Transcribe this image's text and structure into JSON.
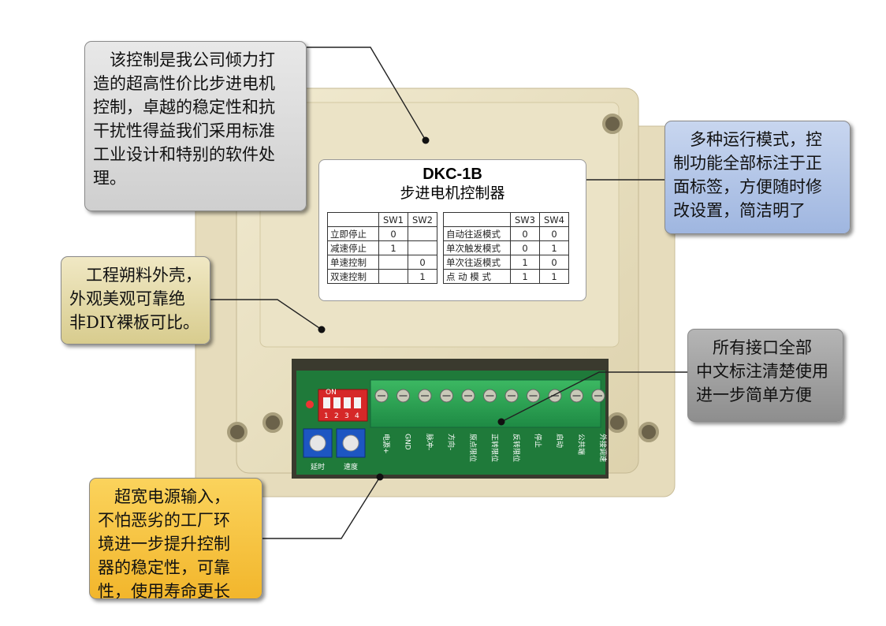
{
  "callouts": {
    "c1": "　该控制是我公司倾力打\n造的超高性价比步进电机\n控制，卓越的稳定性和抗\n干扰性得益我们采用标准\n工业设计和特别的软件处\n理。",
    "c2": "　多种运行模式，控\n制功能全部标注于正\n面标签，方便随时修\n改设置，简洁明了",
    "c3": "　工程朔料外壳，\n外观美观可靠绝\n非DIY裸板可比。",
    "c4": "　所有接口全部\n中文标注清楚使用\n进一步简单方便",
    "c5": "　超宽电源输入，\n不怕恶劣的工厂环\n境进一步提升控制\n器的稳定性，可靠\n性，使用寿命更长"
  },
  "label": {
    "model": "DKC-1B",
    "name": "步进电机控制器",
    "left_header": [
      "",
      "SW1",
      "SW2"
    ],
    "left_rows": [
      [
        "立即停止",
        "0",
        ""
      ],
      [
        "减速停止",
        "1",
        ""
      ],
      [
        "单速控制",
        "",
        "0"
      ],
      [
        "双速控制",
        "",
        "1"
      ]
    ],
    "right_header": [
      "",
      "SW3",
      "SW4"
    ],
    "right_rows": [
      [
        "自动往返模式",
        "0",
        "0"
      ],
      [
        "单次触发模式",
        "0",
        "1"
      ],
      [
        "单次往返模式",
        "1",
        "0"
      ],
      [
        "点 动 模 式",
        "1",
        "1"
      ]
    ]
  },
  "board": {
    "dip_on": "ON",
    "dip_numbers": [
      "1",
      "2",
      "3",
      "4"
    ],
    "pot_labels": [
      "延时",
      "速度"
    ],
    "terminal_labels": [
      "电源+",
      "GND",
      "脉冲-",
      "方向-",
      "原点限位",
      "正转限位",
      "反转限位",
      "停止",
      "启动",
      "公共端",
      "外接调速"
    ]
  },
  "colors": {
    "case": "#e9e0c2",
    "pcb": "#1f7a3a",
    "terminal": "#2faa55",
    "dip": "#d62828"
  }
}
